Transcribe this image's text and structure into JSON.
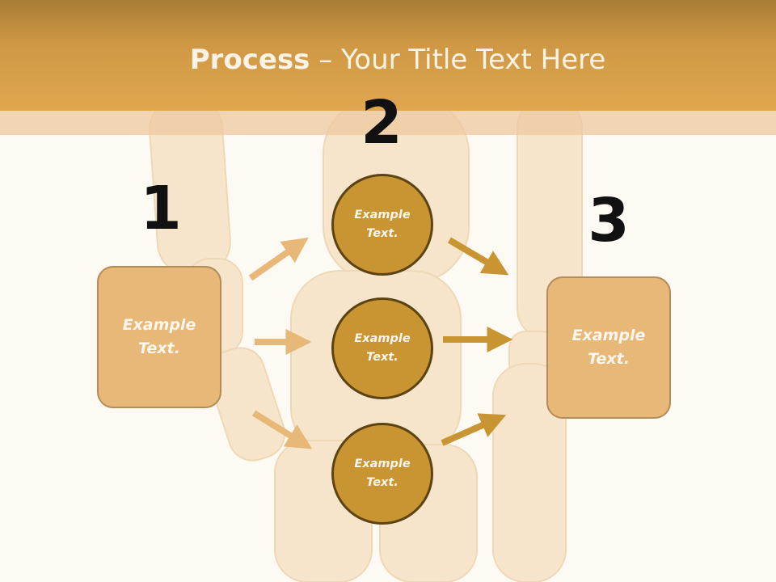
{
  "title": {
    "bold": "Process",
    "rest": " – Your Title Text Here"
  },
  "steps": [
    {
      "number": "1",
      "text": "Example\nText."
    },
    {
      "number": "2"
    },
    {
      "number": "3",
      "text": "Example\nText."
    }
  ],
  "circles": [
    {
      "text": "Example\nText."
    },
    {
      "text": "Example\nText."
    },
    {
      "text": "Example\nText."
    }
  ],
  "colors": {
    "header": "#e1a650",
    "box_fill": "#e8b878",
    "circle_fill": "#c99532",
    "arrow_light": "#e8b878",
    "arrow_dark": "#c99532"
  }
}
